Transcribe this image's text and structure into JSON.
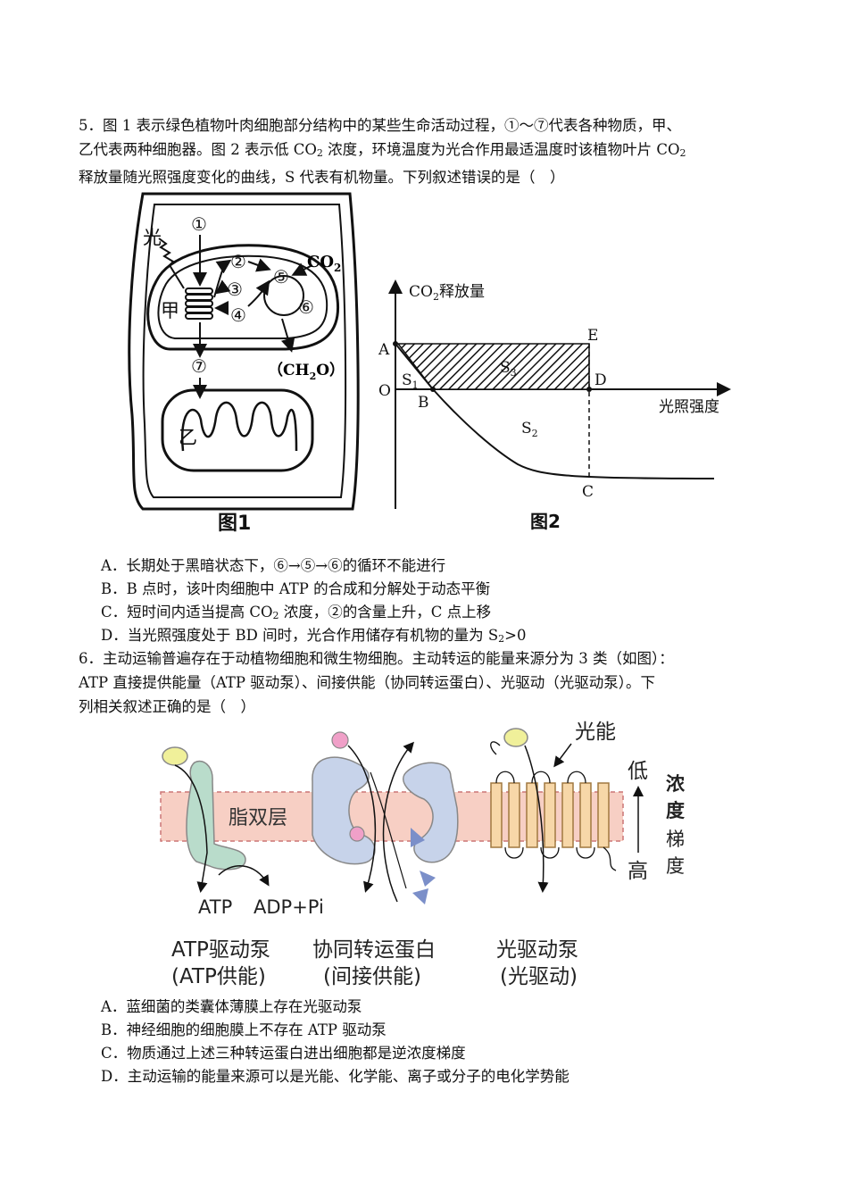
{
  "q5": {
    "line1": "5．图 1 表示绿色植物叶肉细胞部分结构中的某些生命活动过程，①～⑦代表各种物质，甲、",
    "line2a": "乙代表两种细胞器。图 2 表示低 CO",
    "line2b": " 浓度，环境温度为光合作用最适温度时该植物叶片 CO",
    "line3": "释放量随光照强度变化的曲线，S 代表有机物量。下列叙述错误的是（　）",
    "sub2": "2",
    "fig1": {
      "caption": "图1",
      "light": "光",
      "jia": "甲",
      "yi": "乙",
      "co2": "CO",
      "co2_sub": "2",
      "ch2o_a": "（CH",
      "ch2o_sub": "2",
      "ch2o_b": "O）",
      "n1": "①",
      "n2": "②",
      "n3": "③",
      "n4": "④",
      "n5": "⑤",
      "n6": "⑥",
      "n7": "⑦"
    },
    "fig2": {
      "caption": "图2",
      "ylabel_a": "CO",
      "ylabel_sub": "2",
      "ylabel_b": "释放量",
      "xlabel": "光照强度",
      "A": "A",
      "B": "B",
      "C": "C",
      "D": "D",
      "E": "E",
      "O": "O",
      "S1": "S",
      "S1_sub": "1",
      "S2": "S",
      "S2_sub": "2",
      "S3": "S",
      "S3_sub": "3"
    },
    "options": {
      "A": "A．长期处于黑暗状态下，⑥→⑤→⑥的循环不能进行",
      "B": "B．B 点时，该叶肉细胞中 ATP 的合成和分解处于动态平衡",
      "C_a": "C．短时间内适当提高 CO",
      "C_b": " 浓度，②的含量上升，C 点上移",
      "D_a": "D．当光照强度处于 BD 间时，光合作用储存有机物的量为 S",
      "D_b": ">0"
    }
  },
  "q6": {
    "line1": "6．主动运输普遍存在于动植物细胞和微生物细胞。主动转运的能量来源分为 3 类（如图）：",
    "line2": "ATP 直接提供能量（ATP 驱动泵）、间接供能（协同转运蛋白）、光驱动（光驱动泵）。下",
    "line3": "列相关叙述正确的是（　）",
    "fig": {
      "bilayer": "脂双层",
      "light_energy": "光能",
      "low": "低",
      "high": "高",
      "gradient": [
        "浓",
        "度"
      ],
      "gradient2": [
        "梯",
        "度"
      ],
      "atp": "ATP",
      "adp": "ADP+Pi",
      "pump1_name": "ATP驱动泵",
      "pump1_sub": "(ATP供能)",
      "pump2_name": "协同转运蛋白",
      "pump2_sub": "(间接供能)",
      "pump3_name": "光驱动泵",
      "pump3_sub": "(光驱动)"
    },
    "options": {
      "A": "A．蓝细菌的类囊体薄膜上存在光驱动泵",
      "B": "B．神经细胞的细胞膜上不存在 ATP 驱动泵",
      "C": "C．物质通过上述三种转运蛋白进出细胞都是逆浓度梯度",
      "D": "D．主动运输的能量来源可以是光能、化学能、离子或分子的电化学势能"
    }
  }
}
